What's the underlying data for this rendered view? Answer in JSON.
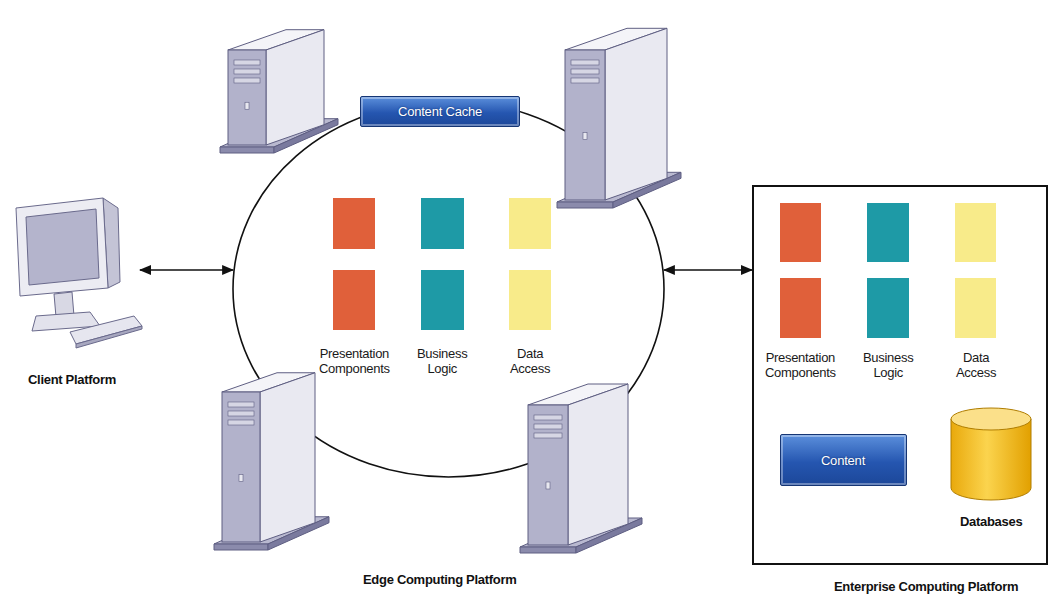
{
  "diagram": {
    "nodes": [
      {
        "text": [
          "Client Platform"
        ]
      },
      {
        "text": [
          "Edge Computing Platform"
        ]
      },
      {
        "text": [
          "Content Cache"
        ],
        "in": 1
      },
      {
        "text": [
          "Enterprise Computing Platform"
        ]
      },
      {
        "text": [
          "Content"
        ],
        "in": 3
      },
      {
        "text": [
          "Databases"
        ],
        "in": 3
      }
    ],
    "edges": [
      {
        "from": 0,
        "to": 1,
        "arrow": "both"
      },
      {
        "from": 1,
        "to": 3,
        "arrow": "both"
      }
    ],
    "labels": [
      "Presentation Components",
      "Business Logic",
      "Data Access",
      "Presentation Components",
      "Business Logic",
      "Data Access"
    ]
  }
}
